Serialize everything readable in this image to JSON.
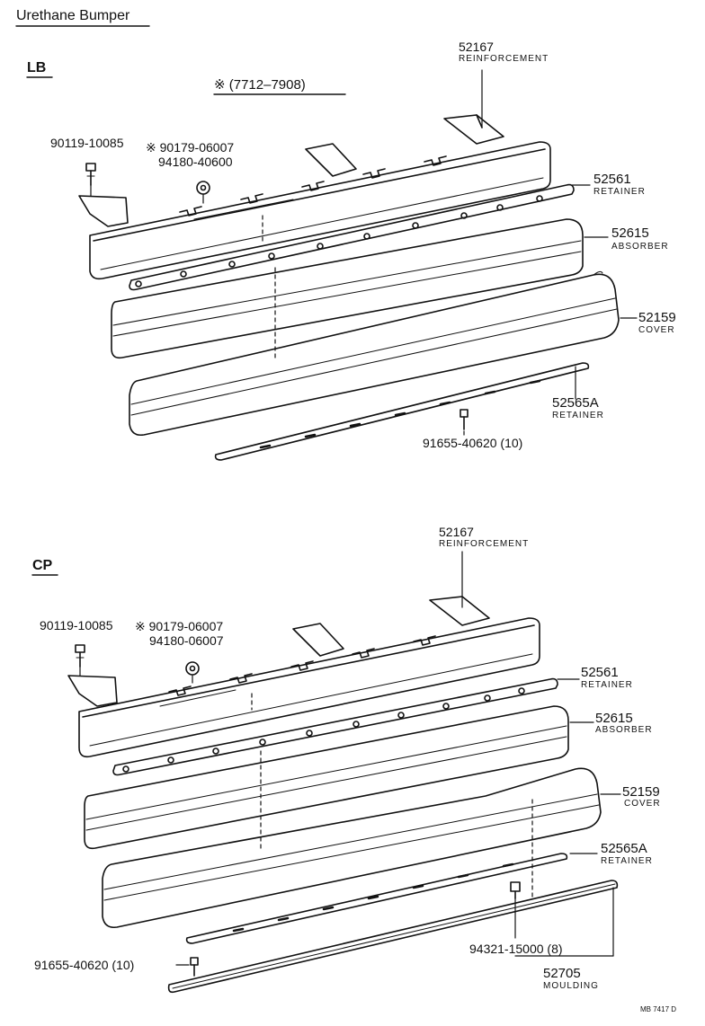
{
  "title": "Urethane Bumper",
  "sections": {
    "lb": {
      "label": "LB",
      "note": "※ (7712–7908)",
      "parts": {
        "reinforcement": {
          "num": "52167",
          "name": "REINFORCEMENT"
        },
        "bolt": {
          "num": "90119-10085"
        },
        "nut_a": {
          "num": "※ 90179-06007"
        },
        "nut_b": {
          "num": "94180-40600"
        },
        "retainer_upper": {
          "num": "52561",
          "name": "RETAINER"
        },
        "absorber": {
          "num": "52615",
          "name": "ABSORBER"
        },
        "cover": {
          "num": "52159",
          "name": "COVER"
        },
        "retainer_lower": {
          "num": "52565A",
          "name": "RETAINER"
        },
        "clip": {
          "num": "91655-40620 (10)"
        }
      }
    },
    "cp": {
      "label": "CP",
      "parts": {
        "reinforcement": {
          "num": "52167",
          "name": "REINFORCEMENT"
        },
        "bolt": {
          "num": "90119-10085"
        },
        "nut_a": {
          "num": "※ 90179-06007"
        },
        "nut_b": {
          "num": "94180-06007"
        },
        "retainer_upper": {
          "num": "52561",
          "name": "RETAINER"
        },
        "absorber": {
          "num": "52615",
          "name": "ABSORBER"
        },
        "cover": {
          "num": "52159",
          "name": "COVER"
        },
        "retainer_lower": {
          "num": "52565A",
          "name": "RETAINER"
        },
        "clip": {
          "num": "91655-40620 (10)"
        },
        "moulding_clip": {
          "num": "94321-15000 (8)"
        },
        "moulding": {
          "num": "52705",
          "name": "MOULDING"
        }
      }
    }
  },
  "footer": "MB 7417 D"
}
